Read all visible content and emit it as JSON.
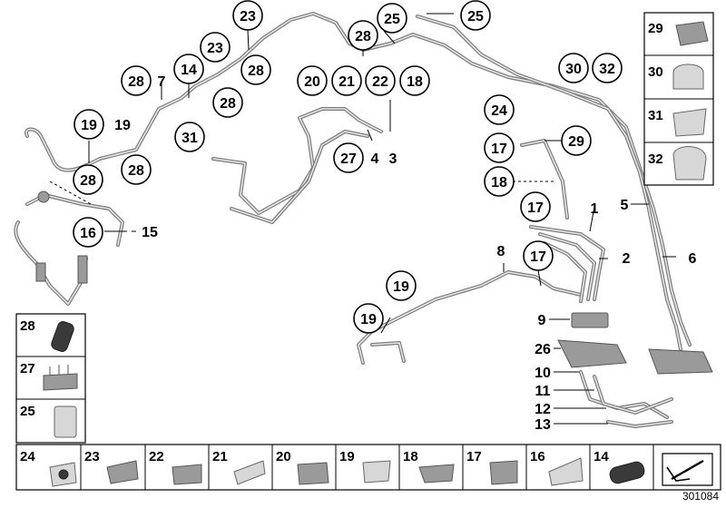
{
  "diagram": {
    "callouts": [
      "23",
      "25",
      "28",
      "25",
      "28",
      "23",
      "28",
      "7",
      "14",
      "28",
      "19",
      "19",
      "31",
      "20",
      "21",
      "22",
      "18",
      "27",
      "4",
      "3",
      "24",
      "30",
      "32",
      "17",
      "29",
      "18",
      "17",
      "1",
      "5",
      "2",
      "6",
      "17",
      "8",
      "19",
      "19",
      "9",
      "26",
      "10",
      "11",
      "12",
      "13",
      "16",
      "15",
      "28"
    ],
    "side_legend": [
      "29",
      "30",
      "31",
      "32"
    ],
    "left_legend": [
      "28",
      "27",
      "25"
    ],
    "bottom_legend": [
      "24",
      "23",
      "22",
      "21",
      "20",
      "19",
      "18",
      "17",
      "16",
      "14"
    ],
    "drawing_number": "301084"
  }
}
